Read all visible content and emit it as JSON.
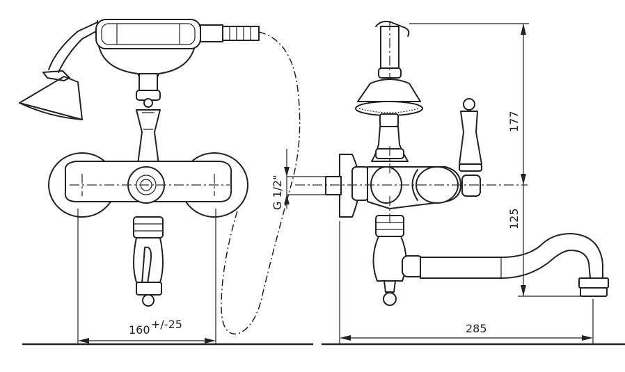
{
  "dimensions": {
    "spacing": "160",
    "spacing_tolerance": "+/-25",
    "width": "285",
    "upper_height": "177",
    "lower_height": "125",
    "thread": "G 1/2\""
  }
}
